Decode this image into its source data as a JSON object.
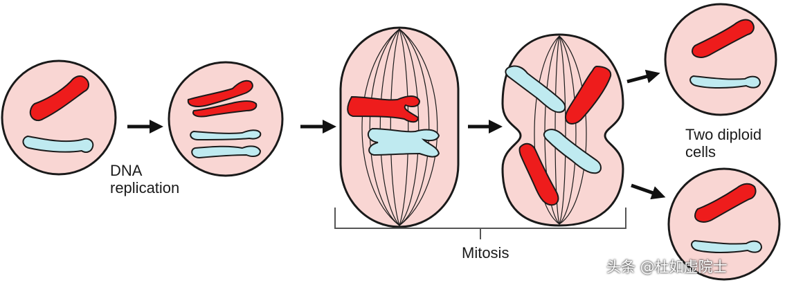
{
  "labels": {
    "dna_replication_line1": "DNA",
    "dna_replication_line2": "replication",
    "two_diploid_line1": "Two diploid",
    "two_diploid_line2": "cells",
    "mitosis": "Mitosis"
  },
  "watermark": "头条 @杜如虚院士",
  "colors": {
    "cell_fill": "#f9d6d3",
    "outline": "#1a1a1a",
    "paternal_chromosome": "#ee1c1c",
    "maternal_chromosome": "#bfeaf0",
    "arrow": "#111111"
  }
}
